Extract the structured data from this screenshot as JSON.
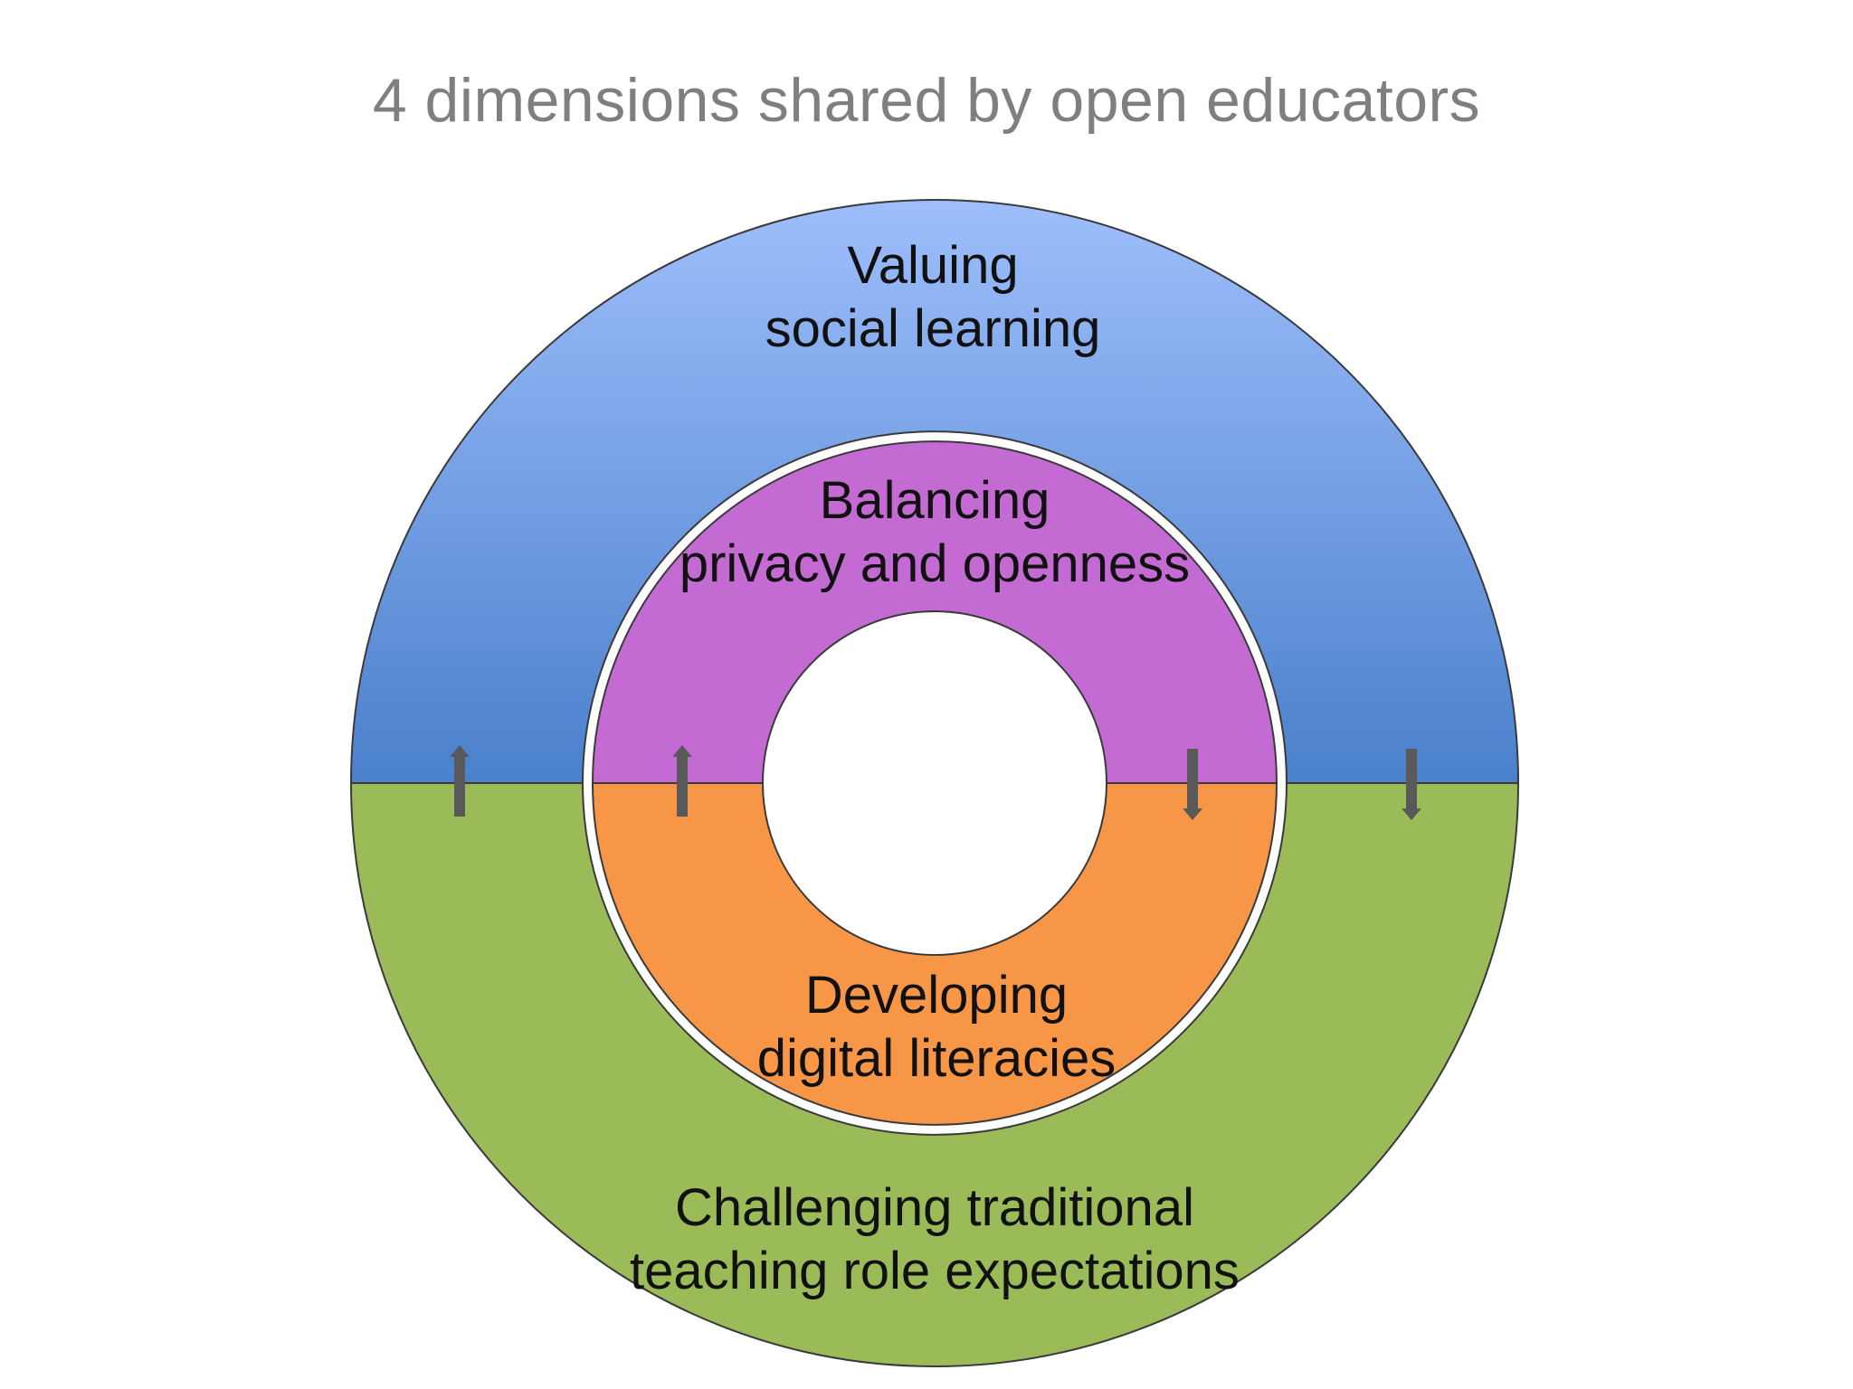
{
  "title": "4 dimensions shared by open educators",
  "dimensions": {
    "outer_top": {
      "line1": "Valuing",
      "line2": "social learning",
      "color_top": "#9ebefb",
      "color_bottom": "#4a80cc"
    },
    "inner_top": {
      "line1": "Balancing",
      "line2": "privacy and openness",
      "color": "#c46bd3"
    },
    "inner_bottom": {
      "line1": "Developing",
      "line2": "digital literacies",
      "color": "#f79646"
    },
    "outer_bottom": {
      "line1": "Challenging traditional",
      "line2": "teaching role expectations",
      "color": "#9bbb59"
    }
  },
  "arrows": [
    {
      "id": "outer-left",
      "direction": "up"
    },
    {
      "id": "inner-left",
      "direction": "up"
    },
    {
      "id": "inner-right",
      "direction": "down"
    },
    {
      "id": "outer-right",
      "direction": "down"
    }
  ],
  "colors": {
    "arrow": "#595959",
    "outline": "#3a3a3a"
  }
}
